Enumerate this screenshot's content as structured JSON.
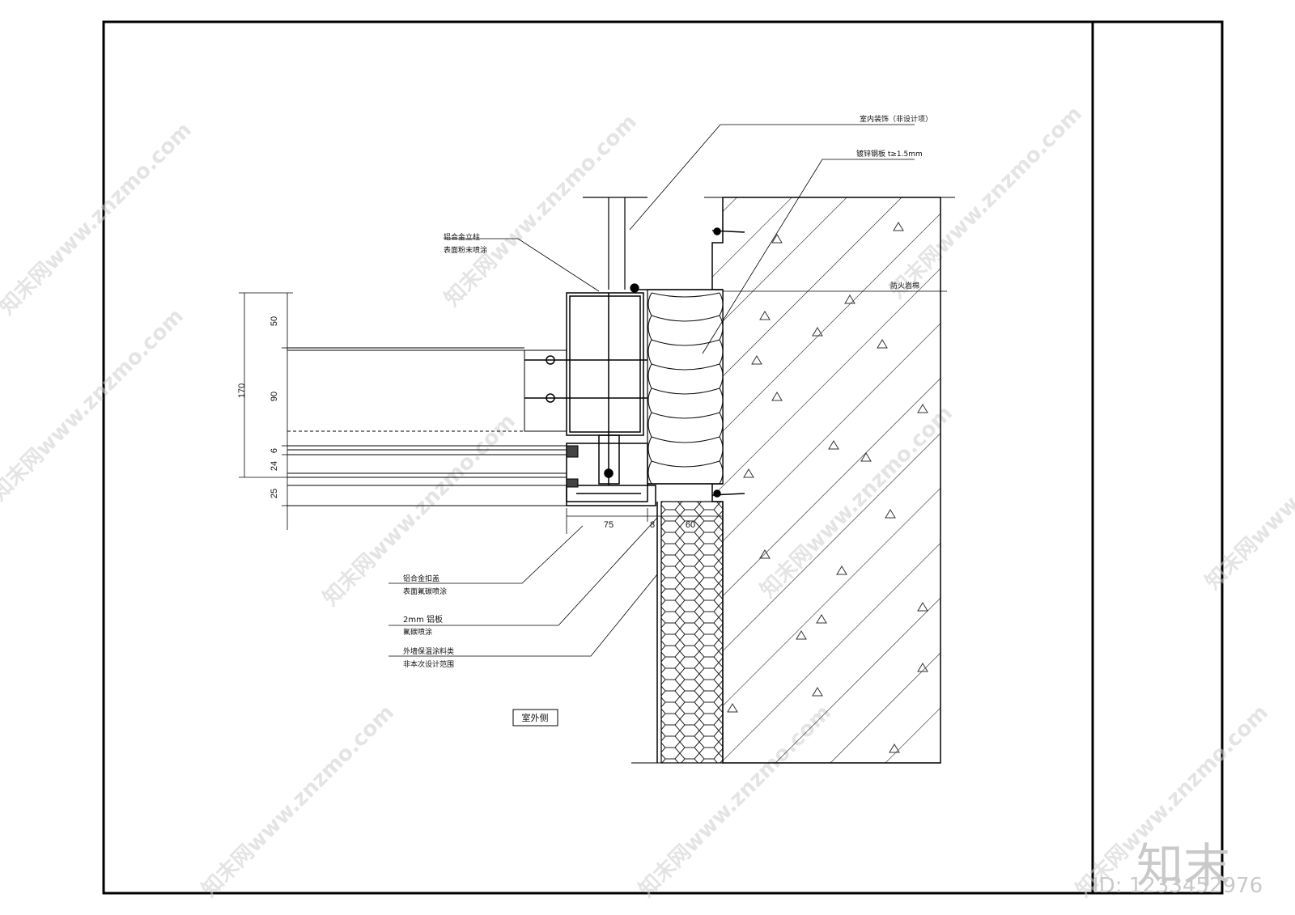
{
  "labels": {
    "interior_finish": "室内装饰（非设计项）",
    "galvanized_plate": "镀锌钢板 t≥1.5mm",
    "fire_seal": "防火岩棉",
    "mullion_line1": "铝合金立柱",
    "mullion_line2": "表面粉末喷涂",
    "cover_line1": "铝合金扣盖",
    "cover_line2": "表面氟碳喷涂",
    "panel_line1": "2mm 铝板",
    "panel_line2": "氟碳喷涂",
    "insul_line1": "外墙保温涂料类",
    "insul_line2": "非本次设计范围",
    "outside": "室外侧"
  },
  "dimensions": {
    "total": "170",
    "d50": "50",
    "d90": "90",
    "d6": "6",
    "d24": "24",
    "d25": "25",
    "d75": "75",
    "d8": "8",
    "d60": "60"
  },
  "watermark": {
    "text": "知末网www.znzmo.com",
    "brand": "知末",
    "id": "ID: 1233452976"
  }
}
